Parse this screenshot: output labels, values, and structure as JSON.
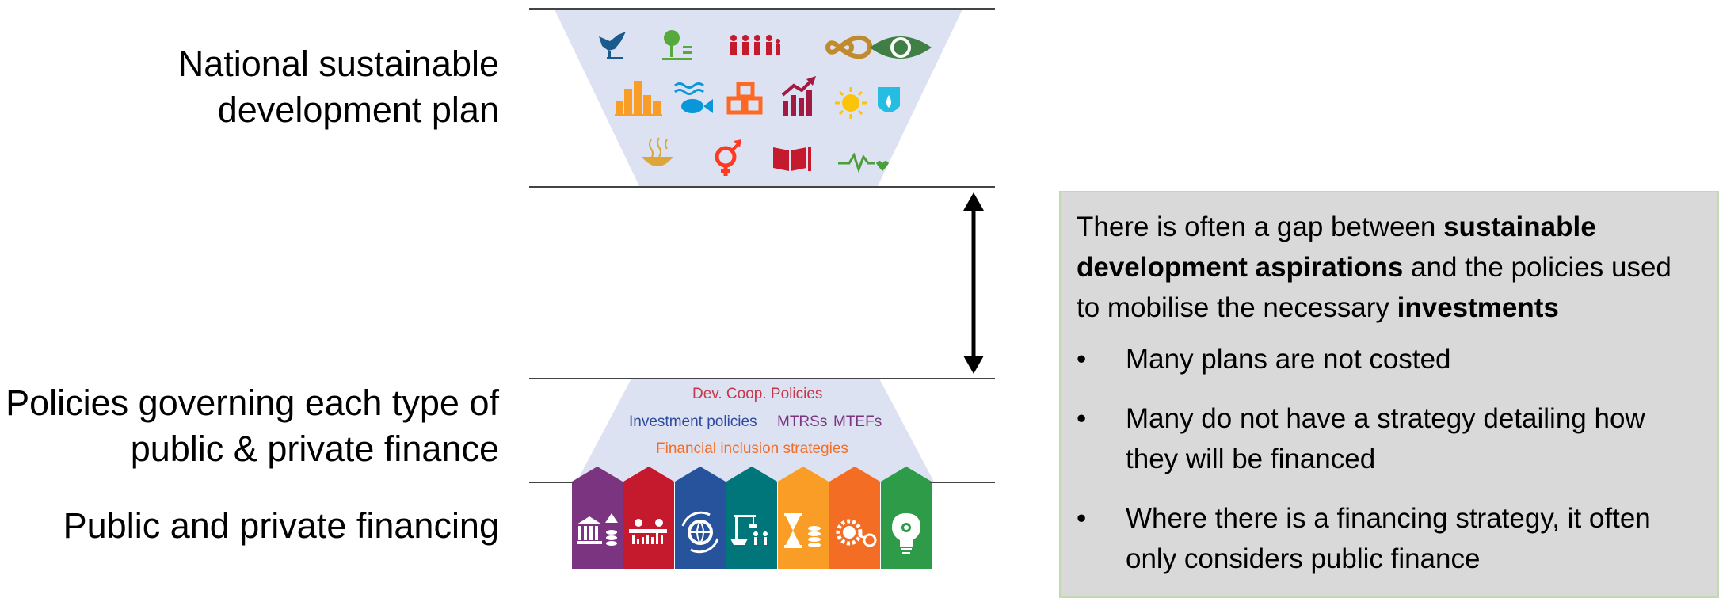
{
  "labels": {
    "plan": "National sustainable development plan",
    "policies": "Policies governing each type of public & private finance",
    "financing": "Public and private financing"
  },
  "policies": {
    "dev_coop": "Dev. Coop. Policies",
    "investment": "Investment policies",
    "mtrs": "MTRSs",
    "mtefs": "MTEFs",
    "financial_inclusion": "Financial inclusion strategies"
  },
  "callout": {
    "intro_1": "There is often a gap between ",
    "intro_bold_1": "sustainable development aspirations",
    "intro_2": " and the policies used to mobilise the necessary ",
    "intro_bold_2": "investments",
    "bullet_symbol": "•",
    "bullets": [
      "Many plans are not costed",
      "Many do not have a strategy detailing how they will be financed",
      "Where there is a financing strategy, it often only considers public finance"
    ]
  },
  "sdg_icons": [
    {
      "name": "peace-dove-icon",
      "color": "#1a5a8c"
    },
    {
      "name": "life-on-land-icon",
      "color": "#56a93c"
    },
    {
      "name": "partnership-icon",
      "color": "#c5192d"
    },
    {
      "name": "responsible-consumption-icon",
      "color": "#bf8b2e"
    },
    {
      "name": "climate-eye-icon",
      "color": "#3f7e44"
    },
    {
      "name": "sustainable-cities-icon",
      "color": "#f99d26"
    },
    {
      "name": "life-below-water-icon",
      "color": "#0a97d9"
    },
    {
      "name": "innovation-cubes-icon",
      "color": "#fd6925"
    },
    {
      "name": "economic-growth-icon",
      "color": "#a21942"
    },
    {
      "name": "clean-energy-icon",
      "color": "#fcc30b"
    },
    {
      "name": "clean-water-icon",
      "color": "#26bde2"
    },
    {
      "name": "zero-hunger-bowl-icon",
      "color": "#dda63a"
    },
    {
      "name": "gender-equality-icon",
      "color": "#ff3a21"
    },
    {
      "name": "quality-education-icon",
      "color": "#c5192d"
    },
    {
      "name": "good-health-icon",
      "color": "#4c9f38"
    }
  ],
  "finance_arrows": [
    {
      "name": "domestic-public-finance-icon",
      "color": "#7b3580"
    },
    {
      "name": "domestic-private-finance-icon",
      "color": "#c5192d"
    },
    {
      "name": "international-public-finance-icon",
      "color": "#26539c"
    },
    {
      "name": "international-private-finance-icon",
      "color": "#00767a"
    },
    {
      "name": "blended-finance-icon",
      "color": "#f99d26"
    },
    {
      "name": "remittance-finance-icon",
      "color": "#f36d25"
    },
    {
      "name": "innovative-finance-icon",
      "color": "#2e9b48"
    }
  ],
  "colors": {
    "funnel": "#dde2f2",
    "dev_coop": "#c5364a",
    "investment": "#2e4a9e",
    "mtrs": "#7b3580",
    "financial_inclusion": "#f36d25",
    "callout_bg": "#d9d9d9"
  }
}
